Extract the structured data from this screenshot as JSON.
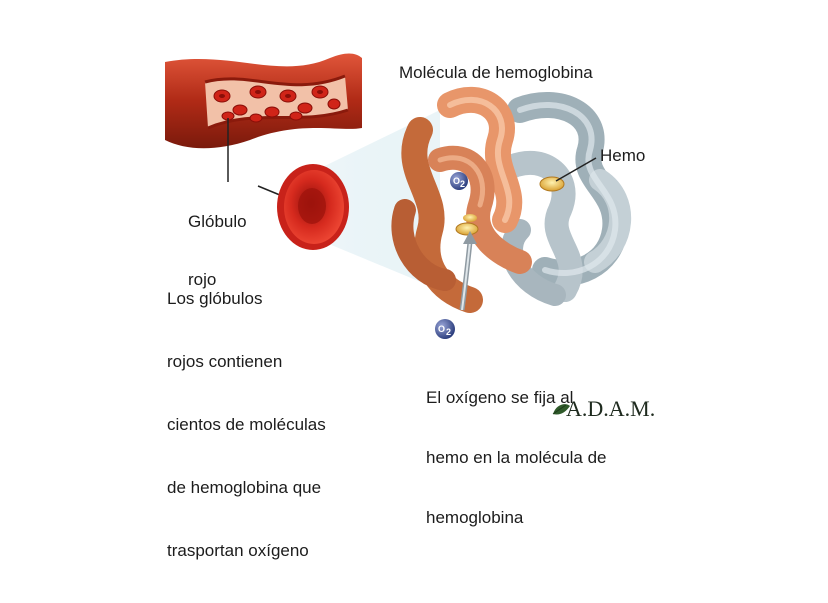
{
  "title": "Molécula de hemoglobina",
  "labels": {
    "hemo": "Hemo",
    "globulo_line1": "Glóbulo",
    "globulo_line2": "rojo",
    "desc_lines": [
      "Los glóbulos",
      "rojos contienen",
      "cientos de moléculas",
      "de hemoglobina que",
      "trasportan oxígeno"
    ],
    "oxygen_lines": [
      "El oxígeno se fija al",
      "hemo en la molécula de",
      "hemoglobina"
    ]
  },
  "o2_label": "O2",
  "logo": "A.D.A.M.",
  "colors": {
    "vessel": "#b8321c",
    "red_cell": "#d8261e",
    "orange_chain": "#e89a6c",
    "blue_chain": "#aab8c0",
    "heme": "#f0c85a",
    "oxygen": "#3a4a8a"
  }
}
